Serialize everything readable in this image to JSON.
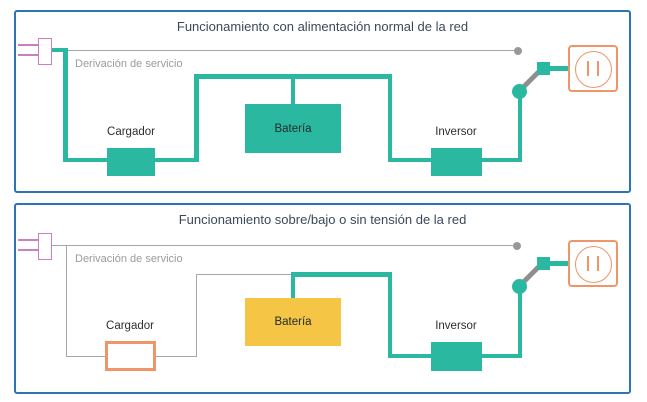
{
  "palette": {
    "panel_border": "#2e74b5",
    "active_wire_teal": "#2ab9a0",
    "inactive_wire_gray": "#a6a6a6",
    "battery_discharge_yellow": "#f5c545",
    "device_outline_orange": "#ef9568",
    "plug_outline_pink": "#cb7fc0",
    "title_text": "#3a4a5a",
    "muted_text": "#9b9b9b"
  },
  "panels": [
    {
      "title": "Funcionamiento con alimentación normal de la red",
      "bypass_label": "Derivación de servicio",
      "charger_label": "Cargador",
      "battery_label": "Batería",
      "inverter_label": "Inversor"
    },
    {
      "title": "Funcionamiento sobre/bajo o sin tensión de la red",
      "bypass_label": "Derivación de servicio",
      "charger_label": "Cargador",
      "battery_label": "Batería",
      "inverter_label": "Inversor"
    }
  ]
}
